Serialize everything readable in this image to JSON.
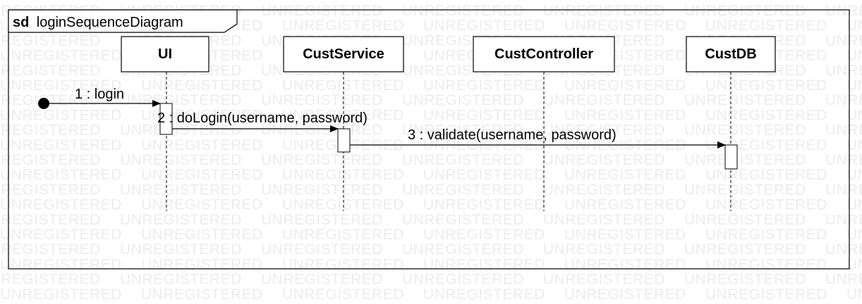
{
  "watermark": "UNREGISTERED",
  "frame": {
    "keyword": "sd",
    "name": "loginSequenceDiagram"
  },
  "lifelines": [
    {
      "id": "ui",
      "label": "UI"
    },
    {
      "id": "custservice",
      "label": "CustService"
    },
    {
      "id": "custcontroller",
      "label": "CustController"
    },
    {
      "id": "custdb",
      "label": "CustDB"
    }
  ],
  "messages": [
    {
      "id": "login",
      "label": "1 : login"
    },
    {
      "id": "dologin",
      "label": "2 : doLogin(username, password)"
    },
    {
      "id": "validate",
      "label": "3 : validate(username, password)"
    }
  ]
}
